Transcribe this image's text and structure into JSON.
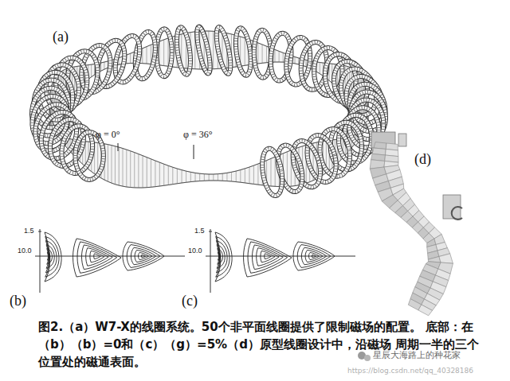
{
  "diagram": {
    "caption": "图2.（a）W7-X的线圈系统。50个非平面线圈提供了限制磁场的配置。 底部：在（b）（b）=0和（c）（g）=5%（d）原型线圈设计中，沿磁场 周期一半的三个位置处的磁通表面。",
    "labels": [
      "(a)",
      "φ = 0°",
      "φ = 36°",
      "(d)",
      "1.5",
      "10.0",
      "1.5",
      "10.0",
      "(b)",
      "(c)",
      "星辰大海路上的种花家",
      "https://blog.csdn.net/qq_40328186"
    ]
  }
}
